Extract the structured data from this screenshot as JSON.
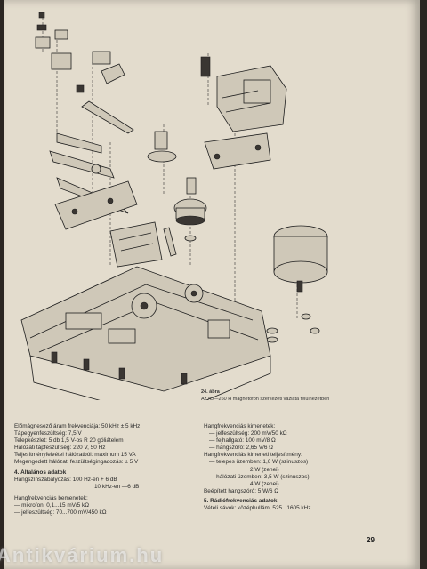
{
  "figure": {
    "number": "24. ábra",
    "caption": "Az AJ—260 H magnetofon szerkezeti vázlata felülnézetben"
  },
  "left_column": {
    "specs": [
      "Előmágnesező áram frekvenciája: 50 kHz ± 5 kHz",
      "Tápegyenfeszültség: 7,5 V",
      "Telepkészlet: 5 db 1,5 V-os R 20 góliátelem",
      "Hálózati tápfeszültség: 220 V, 50 Hz",
      "Teljesítményfelvétel hálózatból: maximum 15 VA",
      "Megengedett hálózati feszültségingadozás: ± 5 V"
    ],
    "section4_heading": "4. Általános adatok",
    "freq_line1": "Hangszínszabályozás: 100 Hz-en + 6 dB",
    "freq_line2": "10 kHz-en —6 dB",
    "input_heading": "Hangfrekvenciás bemenetek:",
    "input_mic": "— mikrofon: 0,1...15 mV/5 kΩ",
    "input_sig": "— jelfeszültség: 70...700 mV/450 kΩ"
  },
  "right_column": {
    "outputs_heading": "Hangfrekvenciás kimenetek:",
    "out_signal": "— jelfeszültség: 200 mV/50 kΩ",
    "out_headphone": "— fejhallgató: 100 mV/8 Ω",
    "out_speaker": "— hangszóró: 2,65 V/6 Ω",
    "power_heading": "Hangfrekvenciás kimeneti teljesítmény:",
    "power_battery_1": "— telepes üzemben: 1,6 W (szinuszos)",
    "power_battery_2": "2 W (zenei)",
    "power_mains_1": "— hálózati üzemben: 3,5 W (szinuszos)",
    "power_mains_2": "4 W (zenei)",
    "builtin_speaker": "Beépített hangszóró: 5 W/6 Ω",
    "section5_heading": "5. Rádiófrekvenciás adatok",
    "bands": "Vételi sávok: középhullám, 525...1605 kHz"
  },
  "page_number": "29",
  "watermark": "Antikvárium.hu"
}
